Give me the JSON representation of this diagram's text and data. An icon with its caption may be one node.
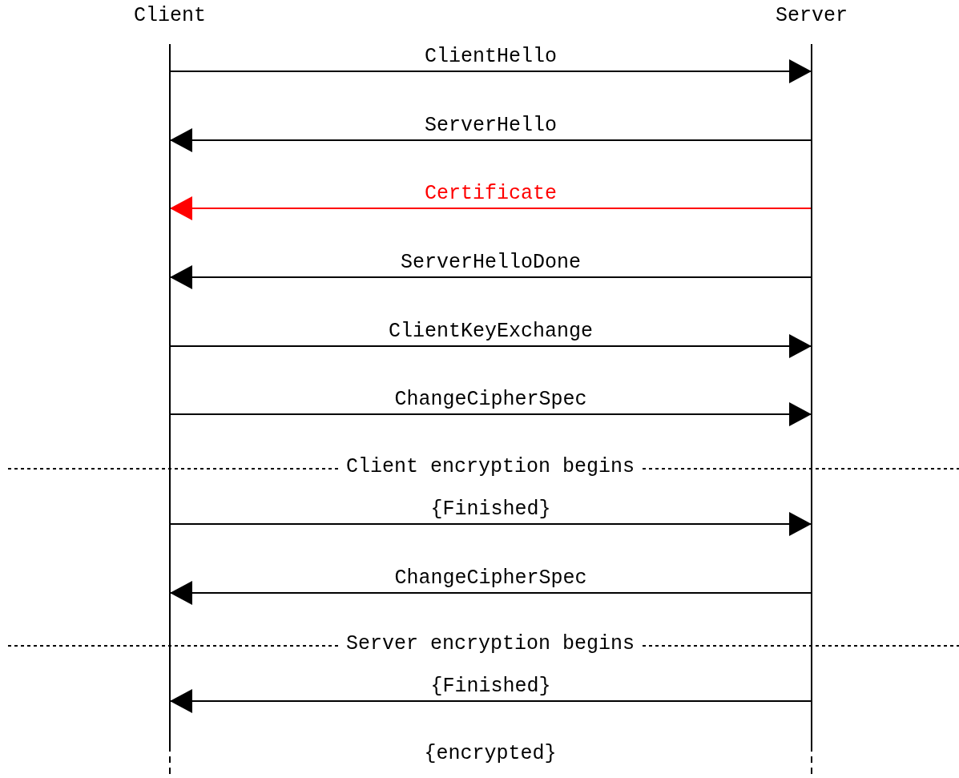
{
  "diagram": {
    "nodes": [
      {
        "text": [
          "Client"
        ]
      },
      {
        "text": [
          "Server"
        ]
      }
    ],
    "edges": [
      {
        "from": 0,
        "to": 1,
        "arrow": "to",
        "label": "ClientHello"
      },
      {
        "from": 1,
        "to": 0,
        "arrow": "to",
        "label": "ServerHello"
      },
      {
        "from": 1,
        "to": 0,
        "arrow": "to",
        "label": "Certificate",
        "color": "#ff0000"
      },
      {
        "from": 1,
        "to": 0,
        "arrow": "to",
        "label": "ServerHelloDone"
      },
      {
        "from": 0,
        "to": 1,
        "arrow": "to",
        "label": "ClientKeyExchange"
      },
      {
        "from": 0,
        "to": 1,
        "arrow": "to",
        "label": "ChangeCipherSpec"
      },
      {
        "from": 0,
        "to": 1,
        "arrow": "to",
        "label": "{Finished}"
      },
      {
        "from": 1,
        "to": 0,
        "arrow": "to",
        "label": "ChangeCipherSpec"
      },
      {
        "from": 1,
        "to": 0,
        "arrow": "to",
        "label": "{Finished}"
      }
    ],
    "labels": [
      "Client encryption begins",
      "Server encryption begins",
      "{encrypted}"
    ]
  }
}
